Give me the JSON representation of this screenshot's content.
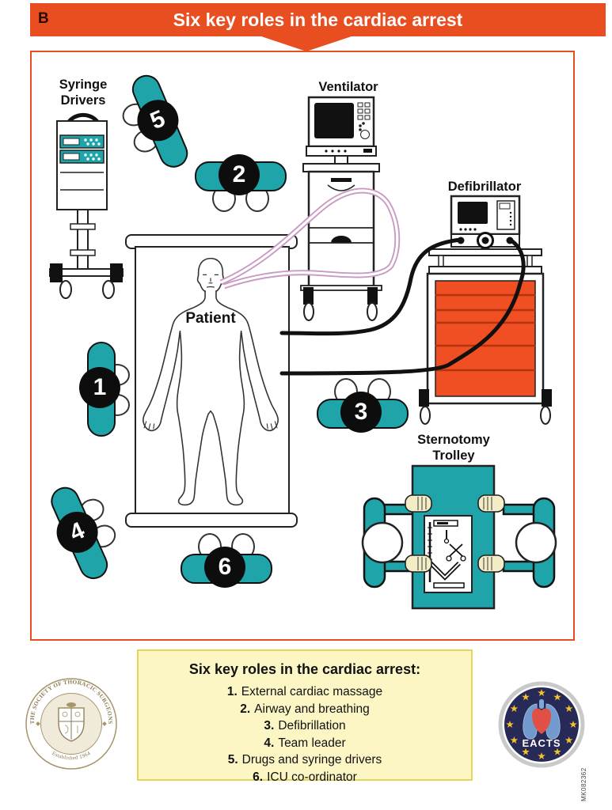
{
  "header": {
    "section_label": "B",
    "title": "Six key roles in the cardiac arrest"
  },
  "labels": {
    "syringe1": "Syringe",
    "syringe2": "Drivers",
    "ventilator": "Ventilator",
    "defibrillator": "Defibrillator",
    "patient": "Patient",
    "sternotomy1": "Sternotomy",
    "sternotomy2": "Trolley"
  },
  "roles": [
    "1",
    "2",
    "3",
    "4",
    "5",
    "6"
  ],
  "legend": {
    "title": "Six key roles in the cardiac arrest:",
    "items": [
      {
        "num": "1.",
        "text": "External cardiac massage"
      },
      {
        "num": "2.",
        "text": "Airway and breathing"
      },
      {
        "num": "3.",
        "text": "Defibrillation"
      },
      {
        "num": "4.",
        "text": "Team leader"
      },
      {
        "num": "5.",
        "text": "Drugs and syringe drivers"
      },
      {
        "num": "6.",
        "text": "ICU co-ordinator"
      }
    ]
  },
  "footer": {
    "sts": {
      "ring_text": "THE SOCIETY OF THORACIC SURGEONS",
      "established": "Established 1964"
    },
    "eacts": {
      "label": "EACTS"
    },
    "code": "MK082362"
  },
  "colors": {
    "accent_orange": "#E94E20",
    "cart_orange": "#F04E23",
    "teal": "#1FA5A9",
    "tube_pink": "#C99BC4",
    "legend_bg": "#FCF6C5",
    "legend_border": "#E5D65A",
    "skin": "#F3EDC7",
    "eacts_navy": "#272A56",
    "eacts_gold": "#F2C22E",
    "sts_tan": "#A6946A"
  }
}
